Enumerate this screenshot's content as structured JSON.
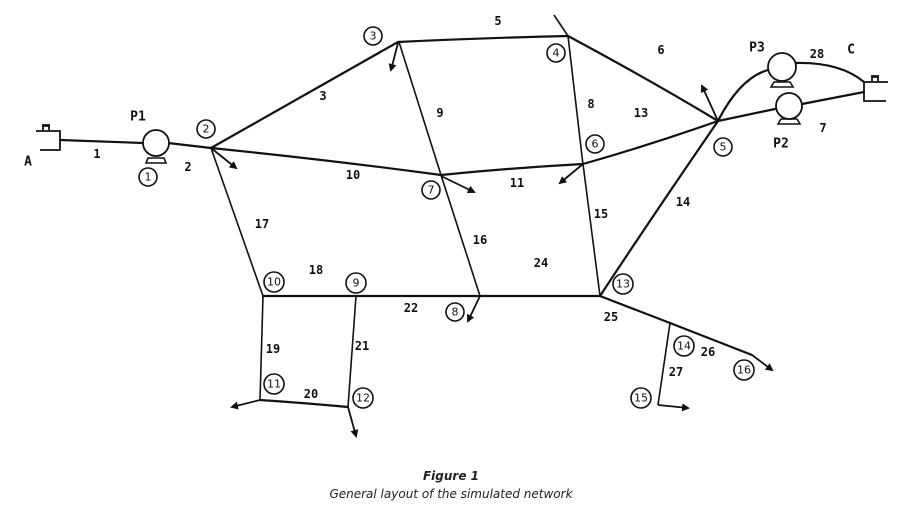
{
  "figure": {
    "title": "Figure 1",
    "caption": "General layout of the simulated network"
  },
  "reservoirs": [
    {
      "id": "A",
      "label": "A"
    },
    {
      "id": "C",
      "label": "C"
    }
  ],
  "pumps": [
    {
      "id": "P1",
      "label": "P1"
    },
    {
      "id": "P2",
      "label": "P2"
    },
    {
      "id": "P3",
      "label": "P3"
    }
  ],
  "nodes": [
    {
      "id": 1,
      "label": "1"
    },
    {
      "id": 2,
      "label": "2",
      "demand": true
    },
    {
      "id": 3,
      "label": "3",
      "demand": true
    },
    {
      "id": 4,
      "label": "4"
    },
    {
      "id": 5,
      "label": "5",
      "demand": true
    },
    {
      "id": 6,
      "label": "6",
      "demand": true
    },
    {
      "id": 7,
      "label": "7",
      "demand": true
    },
    {
      "id": 8,
      "label": "8",
      "demand": true
    },
    {
      "id": 9,
      "label": "9"
    },
    {
      "id": 10,
      "label": "10"
    },
    {
      "id": 11,
      "label": "11",
      "demand": true
    },
    {
      "id": 12,
      "label": "12",
      "demand": true
    },
    {
      "id": 13,
      "label": "13"
    },
    {
      "id": 14,
      "label": "14"
    },
    {
      "id": 15,
      "label": "15",
      "demand": true
    },
    {
      "id": 16,
      "label": "16",
      "demand": true
    }
  ],
  "pipes": [
    {
      "id": 1,
      "label": "1",
      "from": "A",
      "to": "P1"
    },
    {
      "id": 2,
      "label": "2",
      "from": "P1",
      "to": "2"
    },
    {
      "id": 3,
      "label": "3",
      "from": "2",
      "to": "3"
    },
    {
      "id": 5,
      "label": "5",
      "from": "3",
      "to": "4"
    },
    {
      "id": 6,
      "label": "6",
      "from": "4",
      "to": "5"
    },
    {
      "id": 7,
      "label": "7",
      "from": "5",
      "to": "C",
      "via": "P2"
    },
    {
      "id": 8,
      "label": "8",
      "from": "4",
      "to": "6"
    },
    {
      "id": 9,
      "label": "9",
      "from": "3",
      "to": "7"
    },
    {
      "id": 10,
      "label": "10",
      "from": "2",
      "to": "7"
    },
    {
      "id": 11,
      "label": "11",
      "from": "7",
      "to": "6"
    },
    {
      "id": 13,
      "label": "13",
      "from": "6",
      "to": "5"
    },
    {
      "id": 14,
      "label": "14",
      "from": "5",
      "to": "13"
    },
    {
      "id": 15,
      "label": "15",
      "from": "6",
      "to": "13"
    },
    {
      "id": 16,
      "label": "16",
      "from": "7",
      "to": "8"
    },
    {
      "id": 17,
      "label": "17",
      "from": "2",
      "to": "10"
    },
    {
      "id": 18,
      "label": "18",
      "from": "10",
      "to": "9"
    },
    {
      "id": 19,
      "label": "19",
      "from": "10",
      "to": "11"
    },
    {
      "id": 20,
      "label": "20",
      "from": "11",
      "to": "12"
    },
    {
      "id": 21,
      "label": "21",
      "from": "9",
      "to": "12"
    },
    {
      "id": 22,
      "label": "22",
      "from": "9",
      "to": "8"
    },
    {
      "id": 24,
      "label": "24",
      "from": "8",
      "to": "13"
    },
    {
      "id": 25,
      "label": "25",
      "from": "13",
      "to": "14"
    },
    {
      "id": 26,
      "label": "26",
      "from": "14",
      "to": "16"
    },
    {
      "id": 27,
      "label": "27",
      "from": "14",
      "to": "15"
    },
    {
      "id": 28,
      "label": "28",
      "from": "5",
      "to": "C",
      "via": "P3"
    }
  ]
}
